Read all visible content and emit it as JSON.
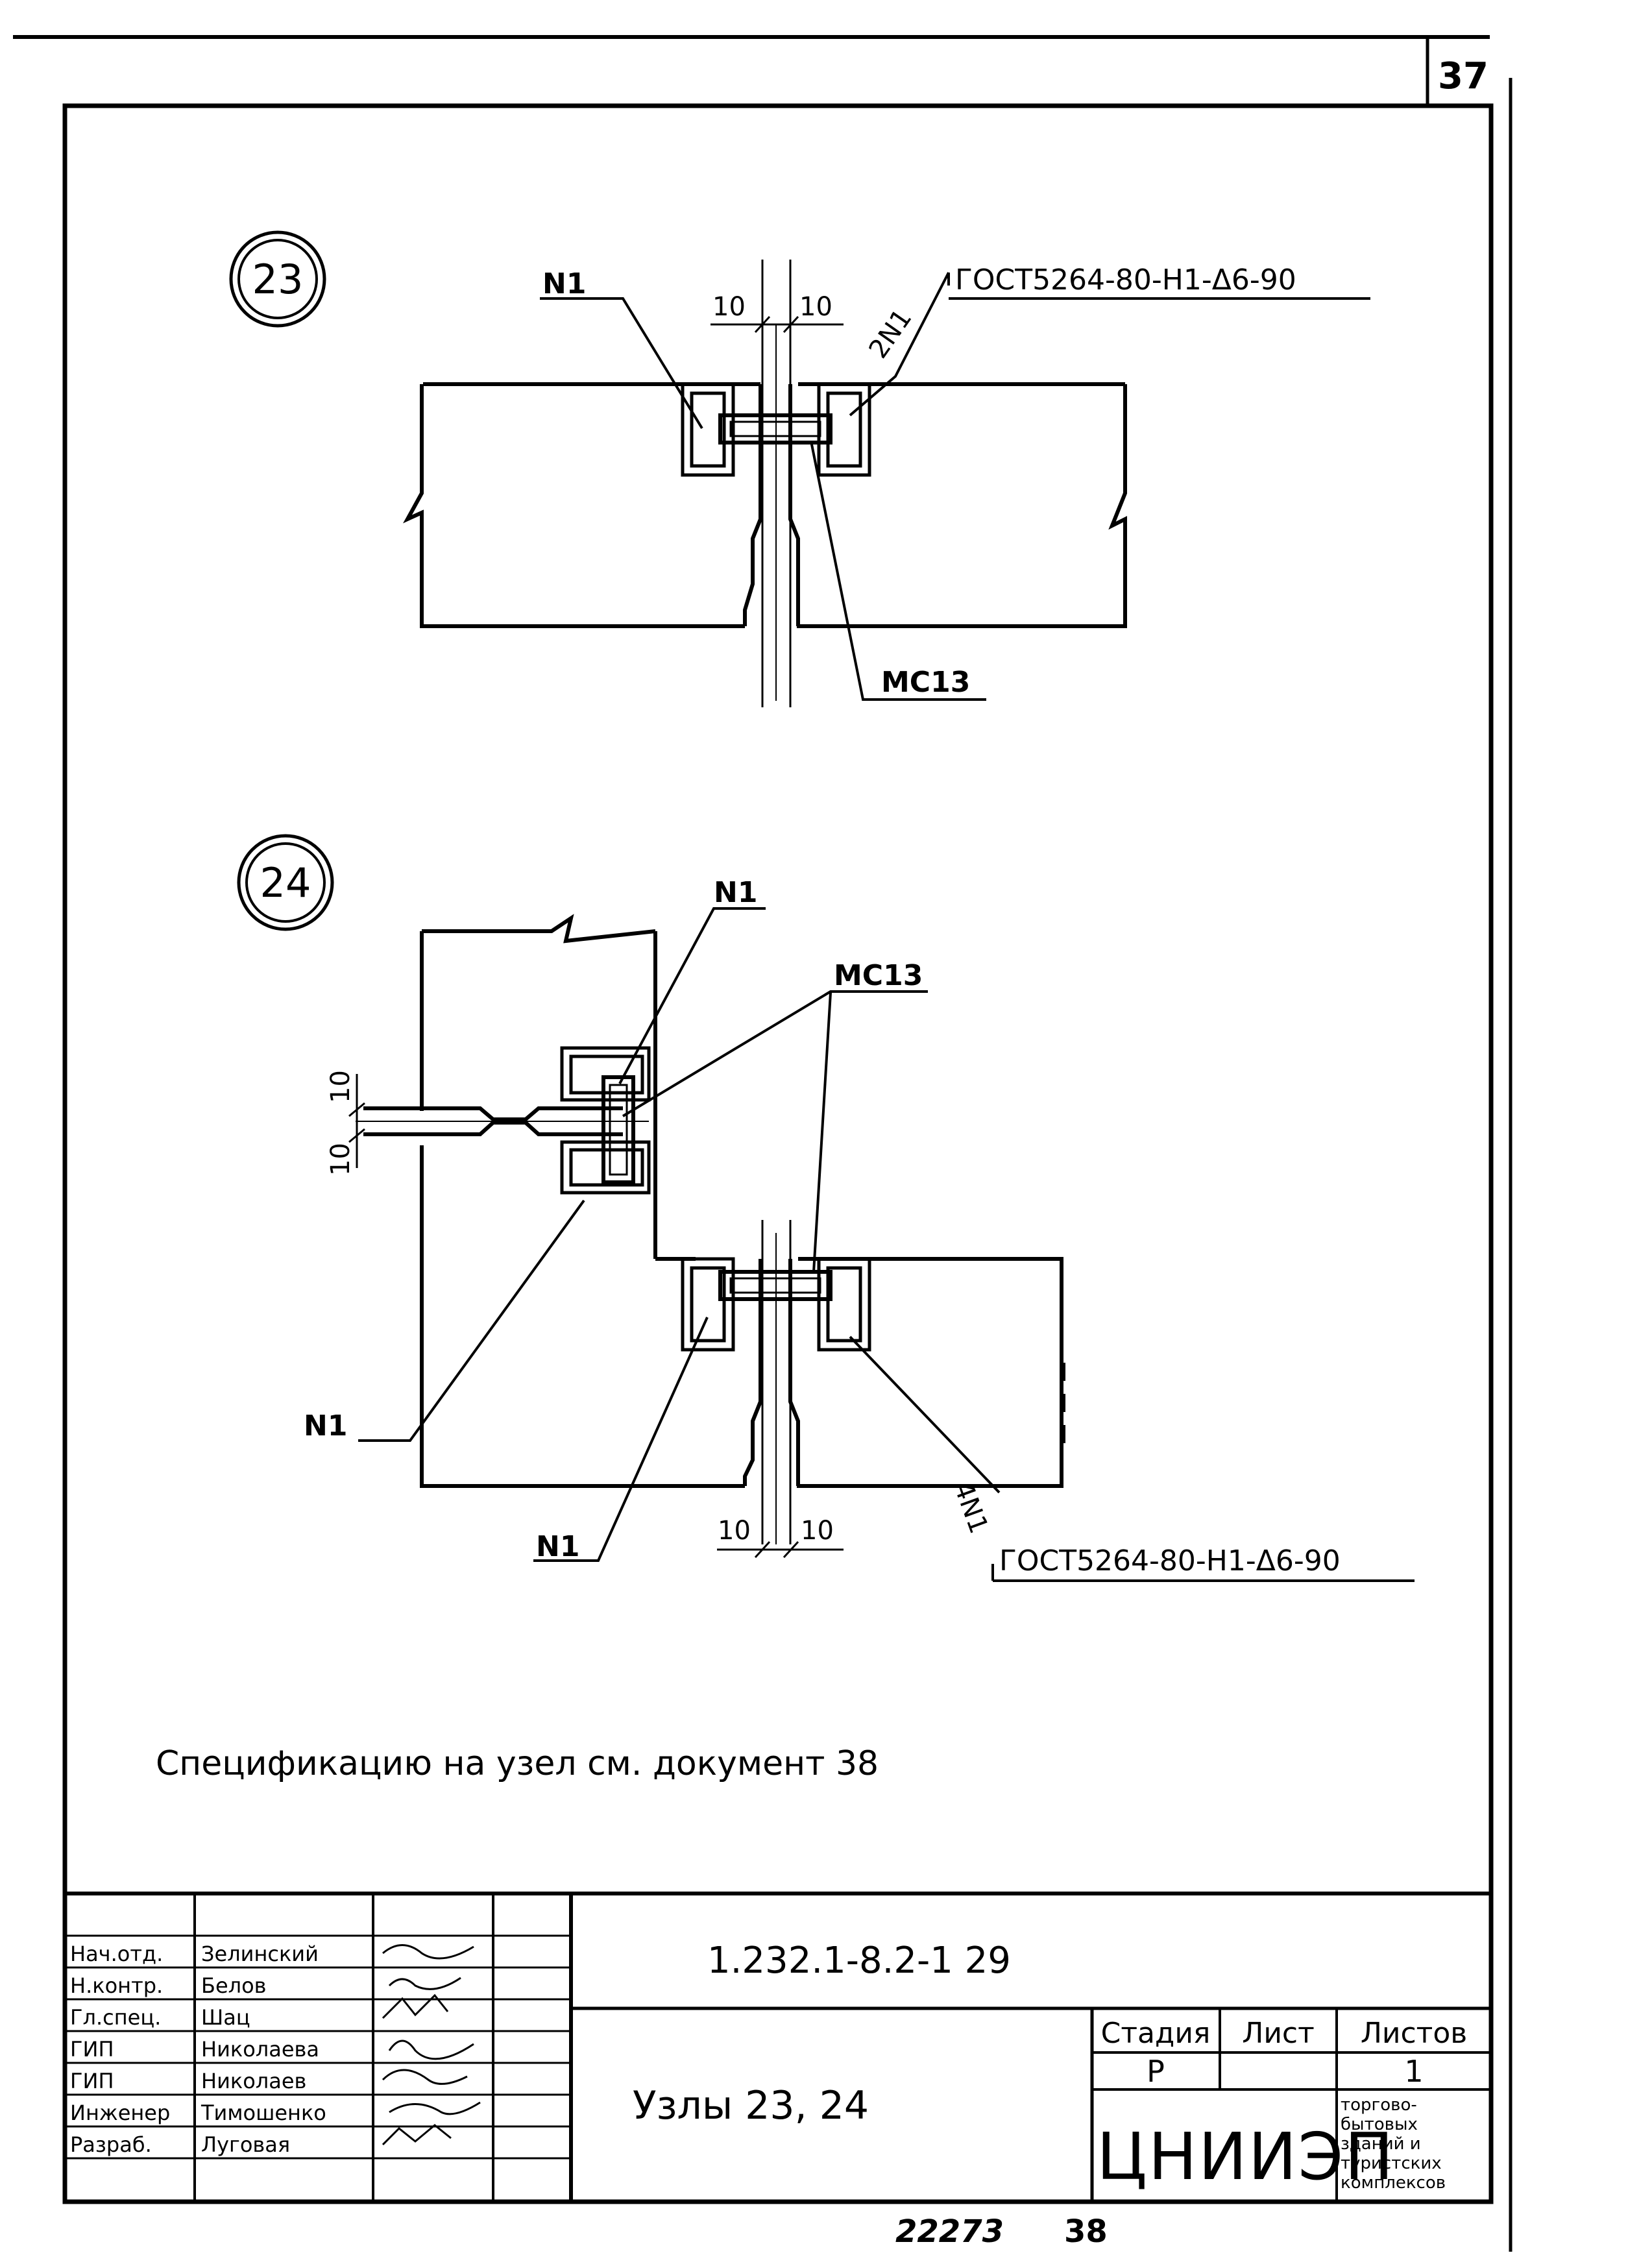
{
  "sheet_number": "37",
  "node23": {
    "badge": "23",
    "label_n1": "N1",
    "dim_left": "10",
    "dim_right": "10",
    "label_2n1": "2N1",
    "weld_spec": "ГОСТ5264-80-Н1-Δ6-90",
    "label_mc13": "МС13"
  },
  "node24": {
    "badge": "24",
    "label_n1_top": "N1",
    "label_mc13": "МС13",
    "dim_vert_top": "10",
    "dim_vert_bottom": "10",
    "label_n1_left": "N1",
    "label_n1_bottom": "N1",
    "dim_left": "10",
    "dim_right": "10",
    "label_4n1": "4N1",
    "weld_spec": "ГОСТ5264-80-Н1-Δ6-90"
  },
  "note": "Спецификацию на узел см. документ 38",
  "title_block": {
    "document_code": "1.232.1-8.2-1   29",
    "drawing_title": "Узлы 23, 24",
    "stage_header": "Стадия",
    "sheet_header": "Лист",
    "sheets_header": "Листов",
    "stage_value": "Р",
    "sheet_value": "",
    "sheets_value": "1",
    "org_name": "ЦНИИЭП",
    "org_subtitle": [
      "торгово-",
      "бытовых",
      "зданий и",
      "туристских",
      "комплексов"
    ],
    "signature_rows": [
      {
        "role": "Нач.отд.",
        "name": "Зелинский"
      },
      {
        "role": "Н.контр.",
        "name": "Белов"
      },
      {
        "role": "Гл.спец.",
        "name": "Шац"
      },
      {
        "role": "ГИП",
        "name": "Николаева"
      },
      {
        "role": "ГИП",
        "name": "Николаев"
      },
      {
        "role": "Инженер",
        "name": "Тимошенко"
      },
      {
        "role": "Разраб.",
        "name": "Луговая"
      }
    ]
  },
  "footer": {
    "inventory_number": "22273",
    "page_number": "38"
  }
}
